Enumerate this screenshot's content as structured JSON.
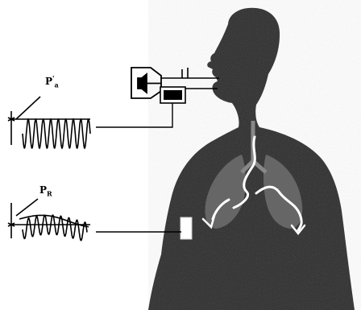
{
  "labels": {
    "pa_main": "P",
    "pa_sup": "'",
    "pa_sub": "a",
    "pr_main": "P",
    "pr_sub": "R"
  },
  "colors": {
    "silhouette": "#2b2b2b",
    "lungs": "#777777",
    "ink": "#000000",
    "background": "#ffffff"
  },
  "icons": [
    "speaker-icon",
    "pressure-sensor-icon",
    "chest-sensor-icon"
  ]
}
